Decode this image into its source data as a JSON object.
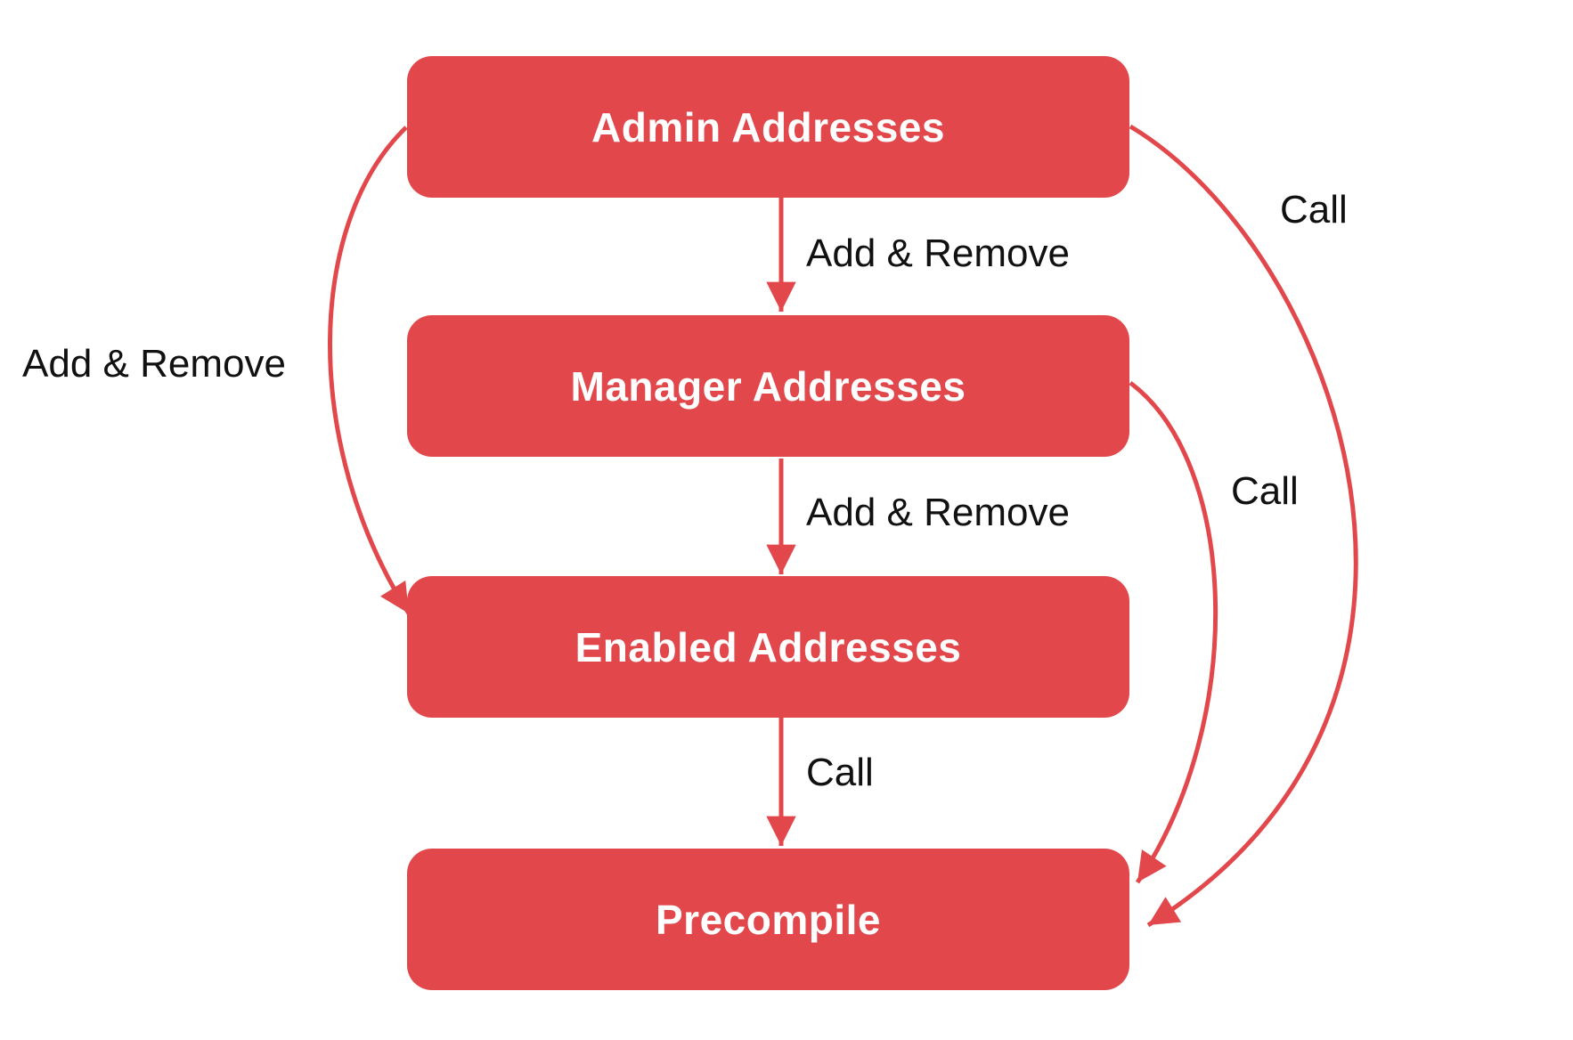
{
  "colors": {
    "node_fill": "#E2484B",
    "node_text": "#FFFFFF",
    "edge": "#E2484B",
    "label_text": "#111111",
    "background": "#FFFFFF"
  },
  "diagram": {
    "type": "flowchart",
    "direction": "top-down",
    "nodes": [
      {
        "id": "admin",
        "label": "Admin Addresses"
      },
      {
        "id": "manager",
        "label": "Manager Addresses"
      },
      {
        "id": "enabled",
        "label": "Enabled Addresses"
      },
      {
        "id": "precompile",
        "label": "Precompile"
      }
    ],
    "edges": [
      {
        "from": "admin",
        "to": "manager",
        "label": "Add & Remove",
        "route": "straight-down"
      },
      {
        "from": "manager",
        "to": "enabled",
        "label": "Add & Remove",
        "route": "straight-down"
      },
      {
        "from": "enabled",
        "to": "precompile",
        "label": "Call",
        "route": "straight-down"
      },
      {
        "from": "admin",
        "to": "enabled",
        "label": "Add & Remove",
        "route": "curved-left"
      },
      {
        "from": "admin",
        "to": "precompile",
        "label": "Call",
        "route": "curved-right-outer"
      },
      {
        "from": "manager",
        "to": "precompile",
        "label": "Call",
        "route": "curved-right-inner"
      }
    ]
  }
}
